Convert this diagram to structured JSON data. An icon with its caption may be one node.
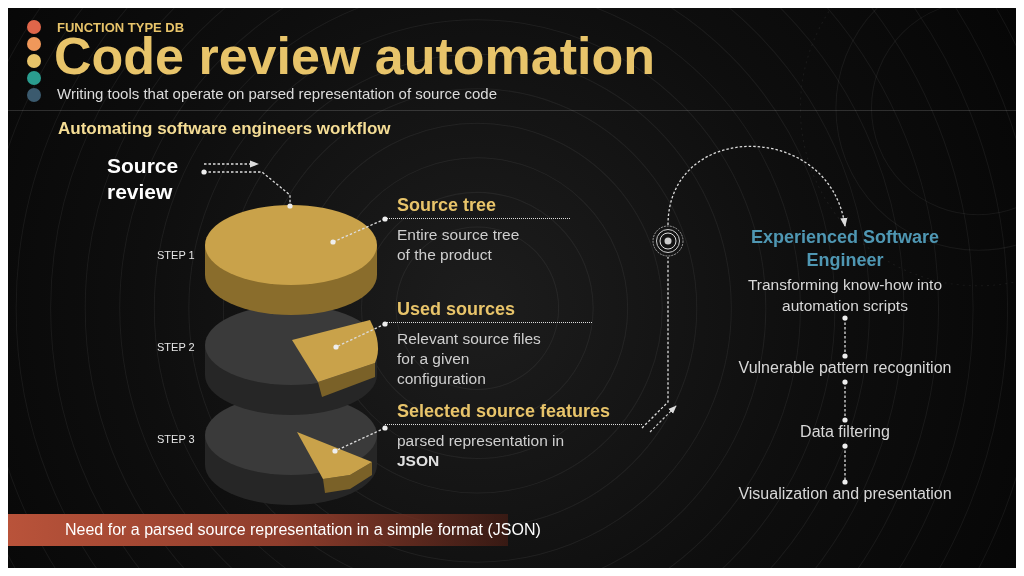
{
  "diagram": {
    "title": "Code review automation",
    "nodes": [
      {
        "text": [
          "Source review"
        ]
      },
      {
        "text": [],
        "shape": "picture"
      },
      {
        "text": [],
        "shape": "picture"
      },
      {
        "text": [],
        "shape": "picture"
      },
      {
        "text": [
          "Source tree",
          "Entire source tree of the product"
        ]
      },
      {
        "text": [
          "Used sources",
          "Relevant source files for a given configuration"
        ]
      },
      {
        "text": [
          "Selected source features",
          "parsed representation in **JSON**"
        ]
      },
      {
        "text": [],
        "shape": "circle"
      },
      {
        "text": [
          "Experienced Software Engineer",
          "Transforming know-how into automation scripts"
        ]
      },
      {
        "text": [
          "Vulnerable pattern recognition"
        ]
      },
      {
        "text": [
          "Data filtering"
        ]
      },
      {
        "text": [
          "Visualization and presentation"
        ]
      },
      {
        "text": [
          "Need for a parsed source representation in a simple format (JSON)"
        ]
      }
    ],
    "edges": [
      {
        "from": 4,
        "to": 1,
        "arrow": "other"
      },
      {
        "from": 5,
        "to": 2,
        "arrow": "other"
      },
      {
        "from": 6,
        "to": 3,
        "arrow": "other"
      },
      {
        "from": 0,
        "to": null,
        "arrow": "to"
      },
      {
        "from": 0,
        "to": 1,
        "arrow": "other"
      },
      {
        "from": 6,
        "to": 7,
        "arrow": "none"
      },
      {
        "from": 7,
        "to": 8,
        "arrow": "to"
      },
      {
        "from": 8,
        "to": 9,
        "arrow": "other"
      },
      {
        "from": 9,
        "to": 10,
        "arrow": "other"
      },
      {
        "from": 10,
        "to": 11,
        "arrow": "other"
      }
    ],
    "labels": [
      "FUNCTION TYPE DB",
      "Writing tools that operate on parsed representation of source code",
      "Automating software engineers workflow",
      "STEP 1",
      "STEP 2",
      "STEP 3"
    ]
  }
}
